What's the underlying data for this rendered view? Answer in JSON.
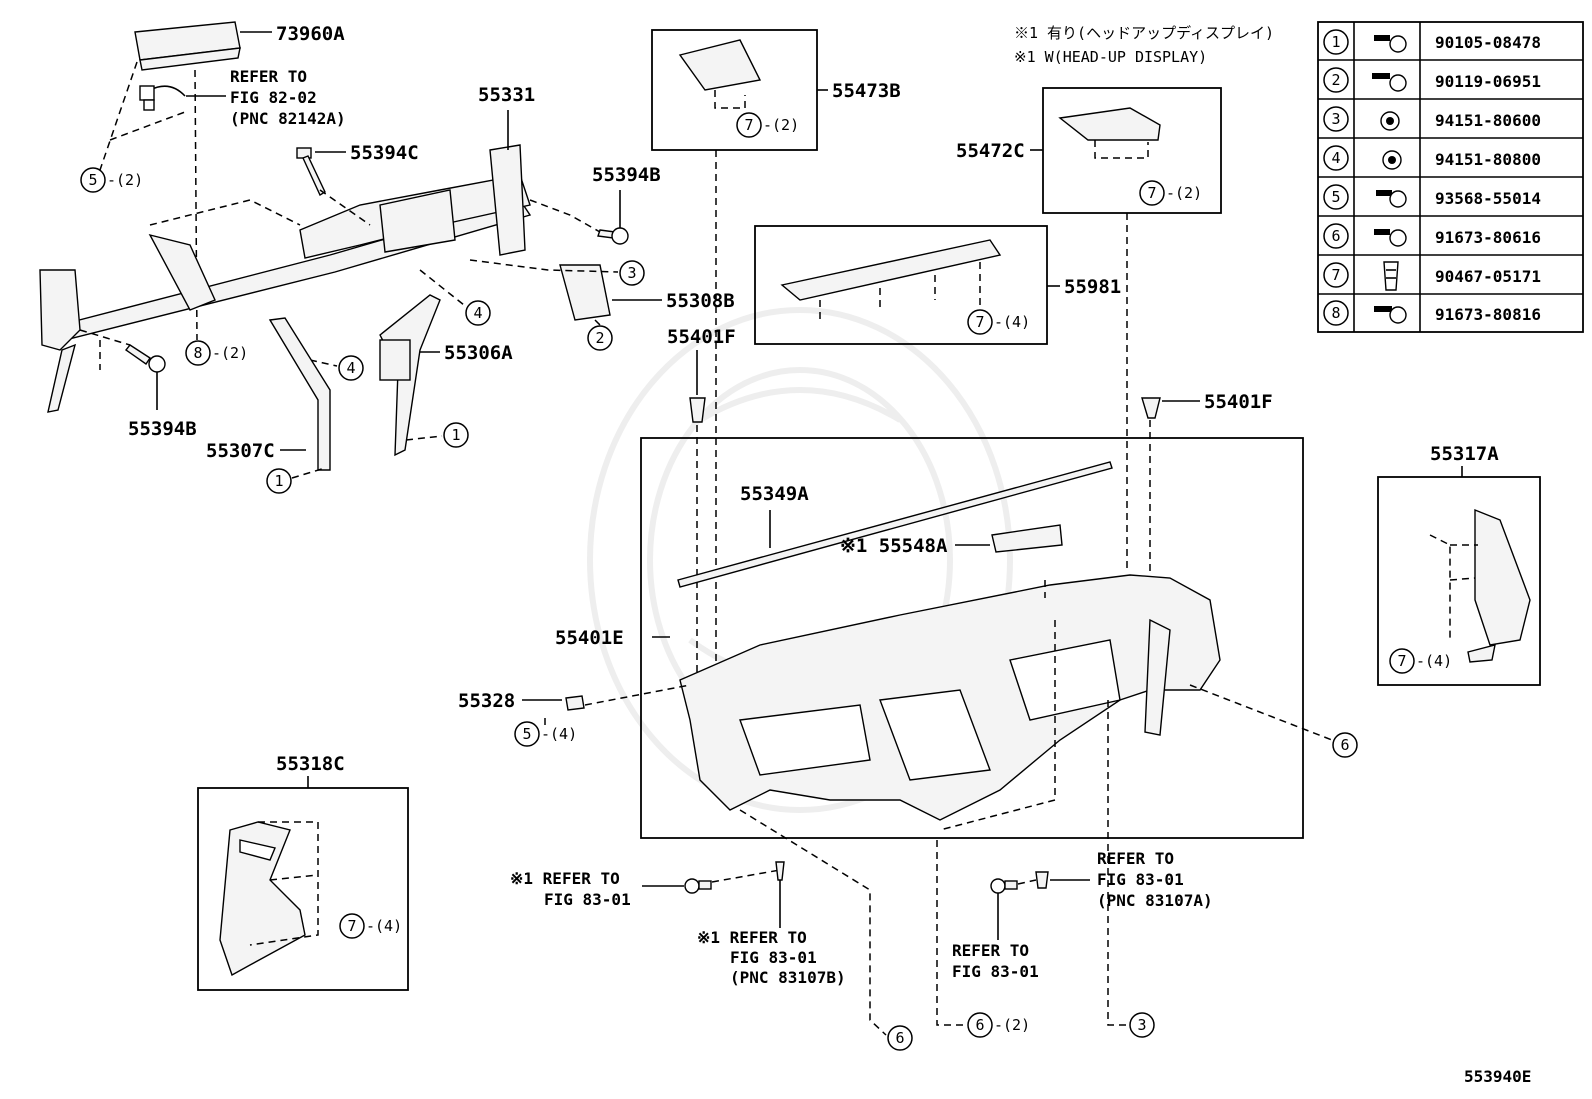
{
  "notes": {
    "line1": "※1 有り(ヘッドアップディスプレイ)",
    "line2": "※1 W(HEAD-UP DISPLAY)"
  },
  "fastener_table": [
    {
      "no": "1",
      "part": "90105-08478"
    },
    {
      "no": "2",
      "part": "90119-06951"
    },
    {
      "no": "3",
      "part": "94151-80600"
    },
    {
      "no": "4",
      "part": "94151-80800"
    },
    {
      "no": "5",
      "part": "93568-55014"
    },
    {
      "no": "6",
      "part": "91673-80616"
    },
    {
      "no": "7",
      "part": "90467-05171"
    },
    {
      "no": "8",
      "part": "91673-80816"
    }
  ],
  "labels": {
    "p73960A": "73960A",
    "refer_82_a": "REFER TO",
    "refer_82_b": "FIG 82-02",
    "refer_82_c": "(PNC 82142A)",
    "p55331": "55331",
    "p55394C": "55394C",
    "p55394B_r": "55394B",
    "p55308B": "55308B",
    "p55306A": "55306A",
    "p55394B_l": "55394B",
    "p55307C": "55307C",
    "p55473B": "55473B",
    "p55472C": "55472C",
    "p55981": "55981",
    "p55401F_l": "55401F",
    "p55401F_r": "55401F",
    "p55349A": "55349A",
    "p55548A": "※1 55548A",
    "p55401E": "55401E",
    "p55328": "55328",
    "p55317A": "55317A",
    "p55318C": "55318C",
    "ref1_a": "※1 REFER TO",
    "ref1_b": "FIG 83-01",
    "ref2_a": "※1 REFER TO",
    "ref2_b": "FIG 83-01",
    "ref2_c": "(PNC 83107B)",
    "ref3_a": "REFER TO",
    "ref3_b": "FIG 83-01",
    "ref4_a": "REFER TO",
    "ref4_b": "FIG 83-01",
    "ref4_c": "(PNC 83107A)",
    "diagram_id": "553940E"
  },
  "callouts": {
    "c5_2": "-(2)",
    "c8_2": "-(2)",
    "c7_2a": "-(2)",
    "c7_2b": "-(2)",
    "c7_4a": "-(4)",
    "c7_4b": "-(4)",
    "c7_4c": "-(4)",
    "c5_4": "-(4)",
    "c6_2": "-(2)",
    "n1": "1",
    "n2": "2",
    "n3": "3",
    "n4": "4",
    "n5": "5",
    "n6": "6",
    "n7": "7",
    "n8": "8"
  }
}
